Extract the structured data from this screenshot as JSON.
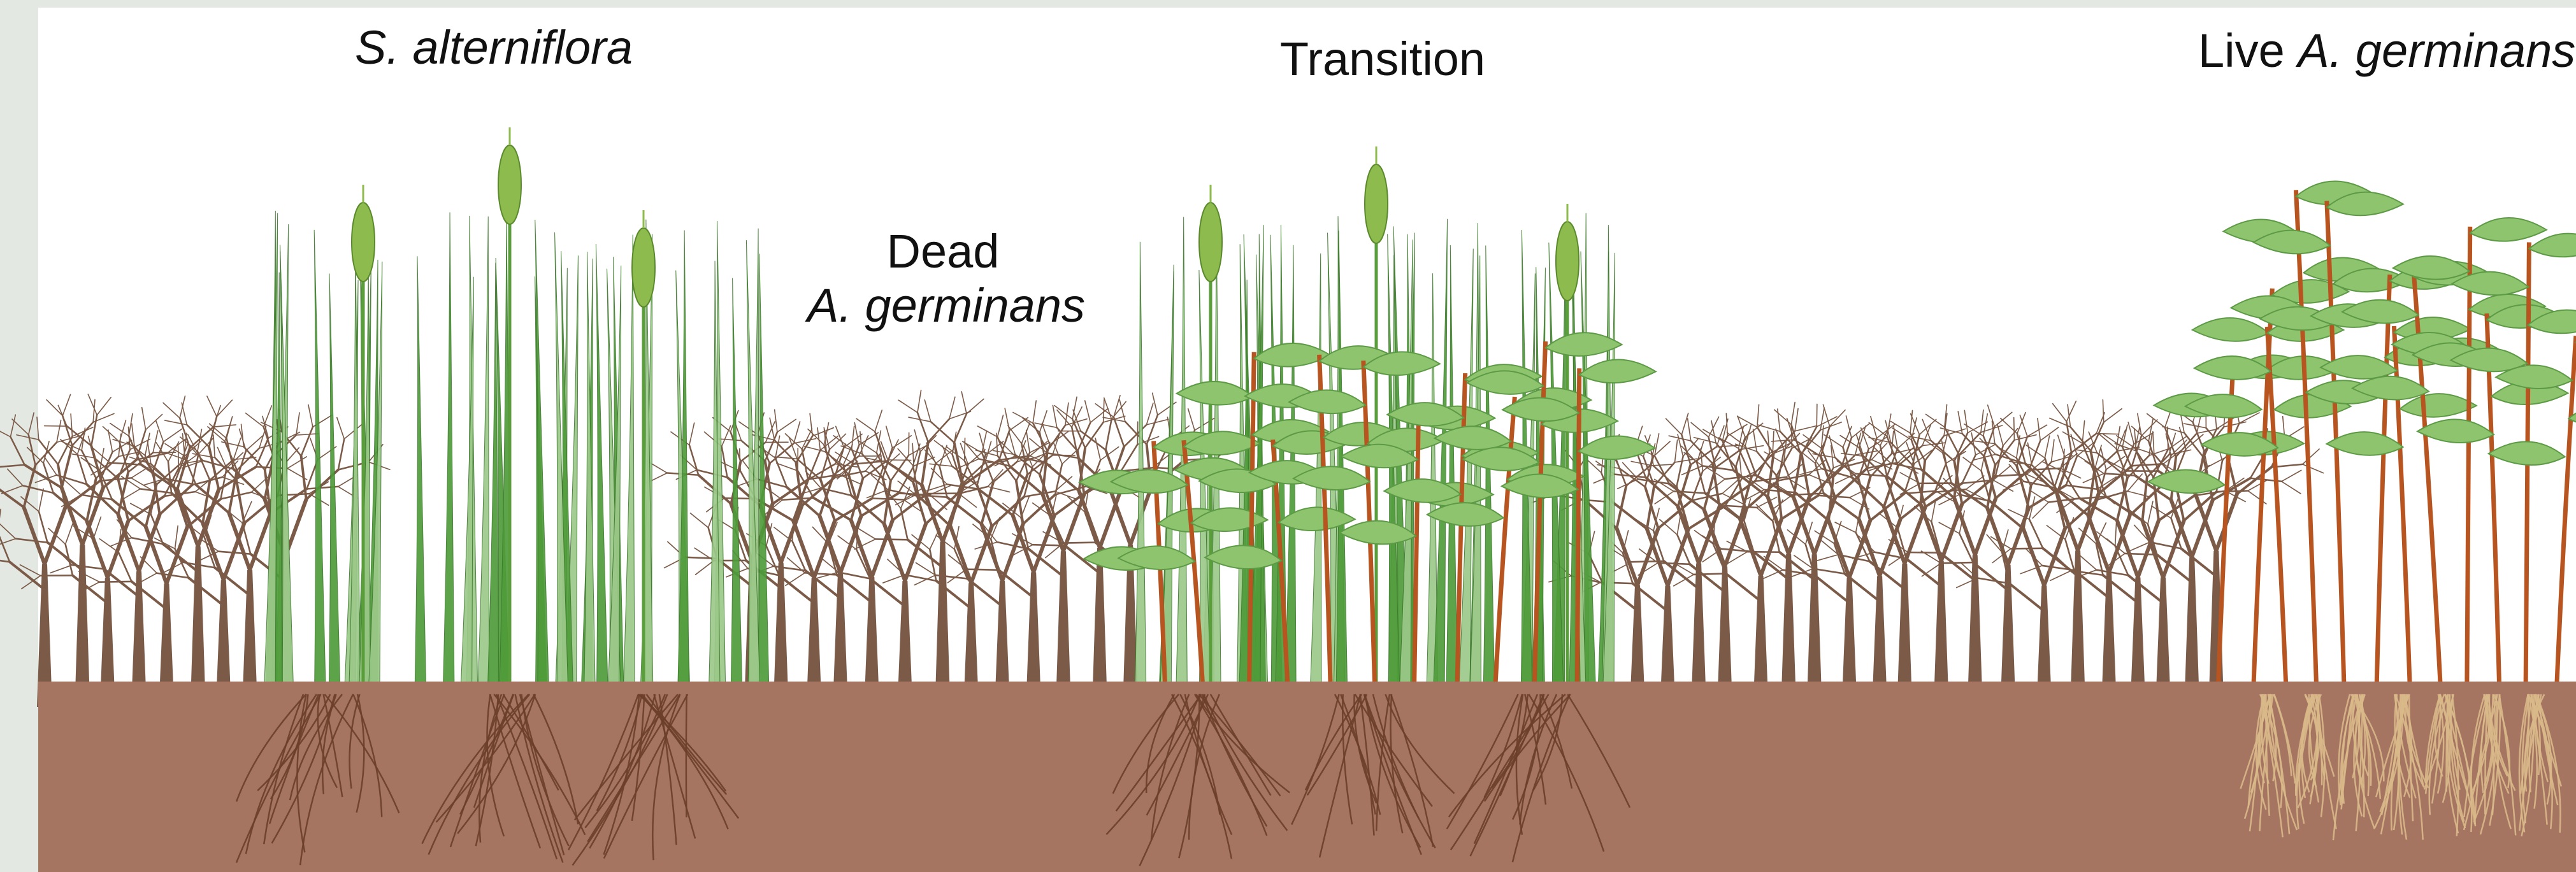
{
  "labels": {
    "s_alterniflora": "S. alterniflora",
    "transition": "Transition",
    "dead_prefix": "Dead",
    "dead_species": "A. germinans",
    "live_prefix": "Live ",
    "live_species": "A. germinans"
  },
  "colors": {
    "background_frame": "#e3e8e3",
    "sky": "#ffffff",
    "soil": "#a57562",
    "dead_mangrove": "#7b5b48",
    "grass_dark": "#4f9c3a",
    "grass_light": "#9cc98a",
    "seed_head": "#8dbb4e",
    "grass_roots": "#6b3f2a",
    "mangrove_stem": "#b8541f",
    "mangrove_leaf": "#8fc46f",
    "mangrove_roots": "#d9b98a"
  },
  "icons": [
    "dead-tree-icon",
    "grass-clump-icon",
    "seed-head-icon",
    "mangrove-seedling-icon",
    "root-system-icon"
  ]
}
